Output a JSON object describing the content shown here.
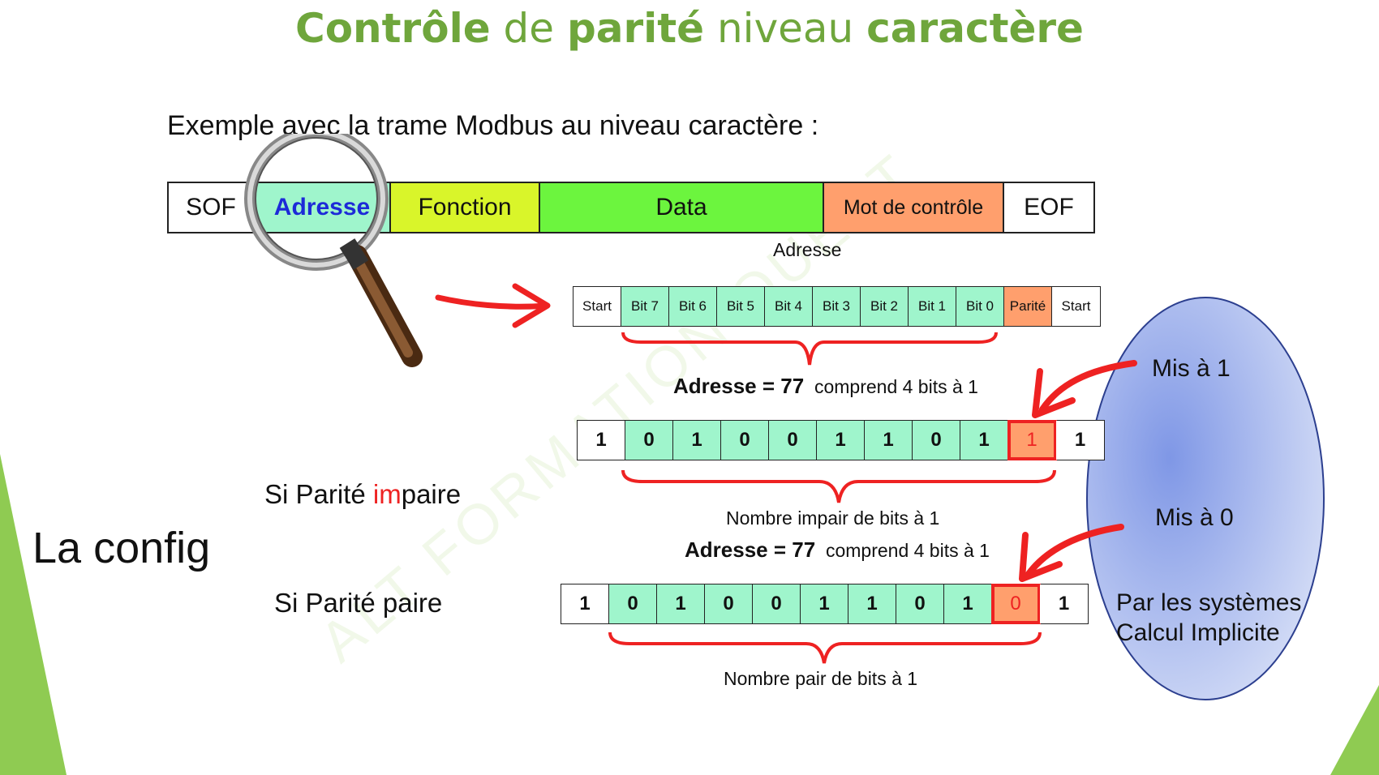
{
  "title": {
    "part1": "Contrôle",
    "part2": "de",
    "part3": "parité",
    "part4": "niveau",
    "part5": "caractère"
  },
  "intro": "Exemple avec la trame Modbus au niveau caractère :",
  "frame": [
    "SOF",
    "Adresse",
    "Fonction",
    "Data",
    "Mot de contrôle",
    "EOF"
  ],
  "frame_caption": "Adresse",
  "bit_labels": [
    "Start",
    "Bit 7",
    "Bit 6",
    "Bit 5",
    "Bit 4",
    "Bit 3",
    "Bit 2",
    "Bit 1",
    "Bit 0",
    "Parité",
    "Start"
  ],
  "odd": {
    "address_label": "Adresse = 77",
    "address_note": "comprend 4 bits à 1",
    "values": [
      "1",
      "0",
      "1",
      "0",
      "0",
      "1",
      "1",
      "0",
      "1",
      "1",
      "1"
    ],
    "caption": "Nombre impair de bits à 1",
    "side_prefix": "Si Parité ",
    "side_highlight": "im",
    "side_suffix": "paire",
    "callout": "Mis à 1"
  },
  "even": {
    "address_label": "Adresse = 77",
    "address_note": "comprend 4 bits à 1",
    "values": [
      "1",
      "0",
      "1",
      "0",
      "0",
      "1",
      "1",
      "0",
      "1",
      "0",
      "1"
    ],
    "caption": "Nombre pair de bits à 1",
    "side": "Si Parité paire",
    "callout": "Mis à 0"
  },
  "config": "La config",
  "ellipse_text": [
    "Par les systèmes",
    "Calcul Implicite"
  ],
  "watermark": "ALT FORMATION OUEST",
  "colors": {
    "title_green": "#6fa63c",
    "address_teal": "#9ff5cc",
    "function_yellow": "#d9f52a",
    "data_green": "#6cf53e",
    "control_orange": "#ff9f6d",
    "parity_orange": "#ff9f6d",
    "red": "#ee2222",
    "ellipse_blue": "#a7b8ea",
    "address_blue": "#1d2ad8"
  }
}
